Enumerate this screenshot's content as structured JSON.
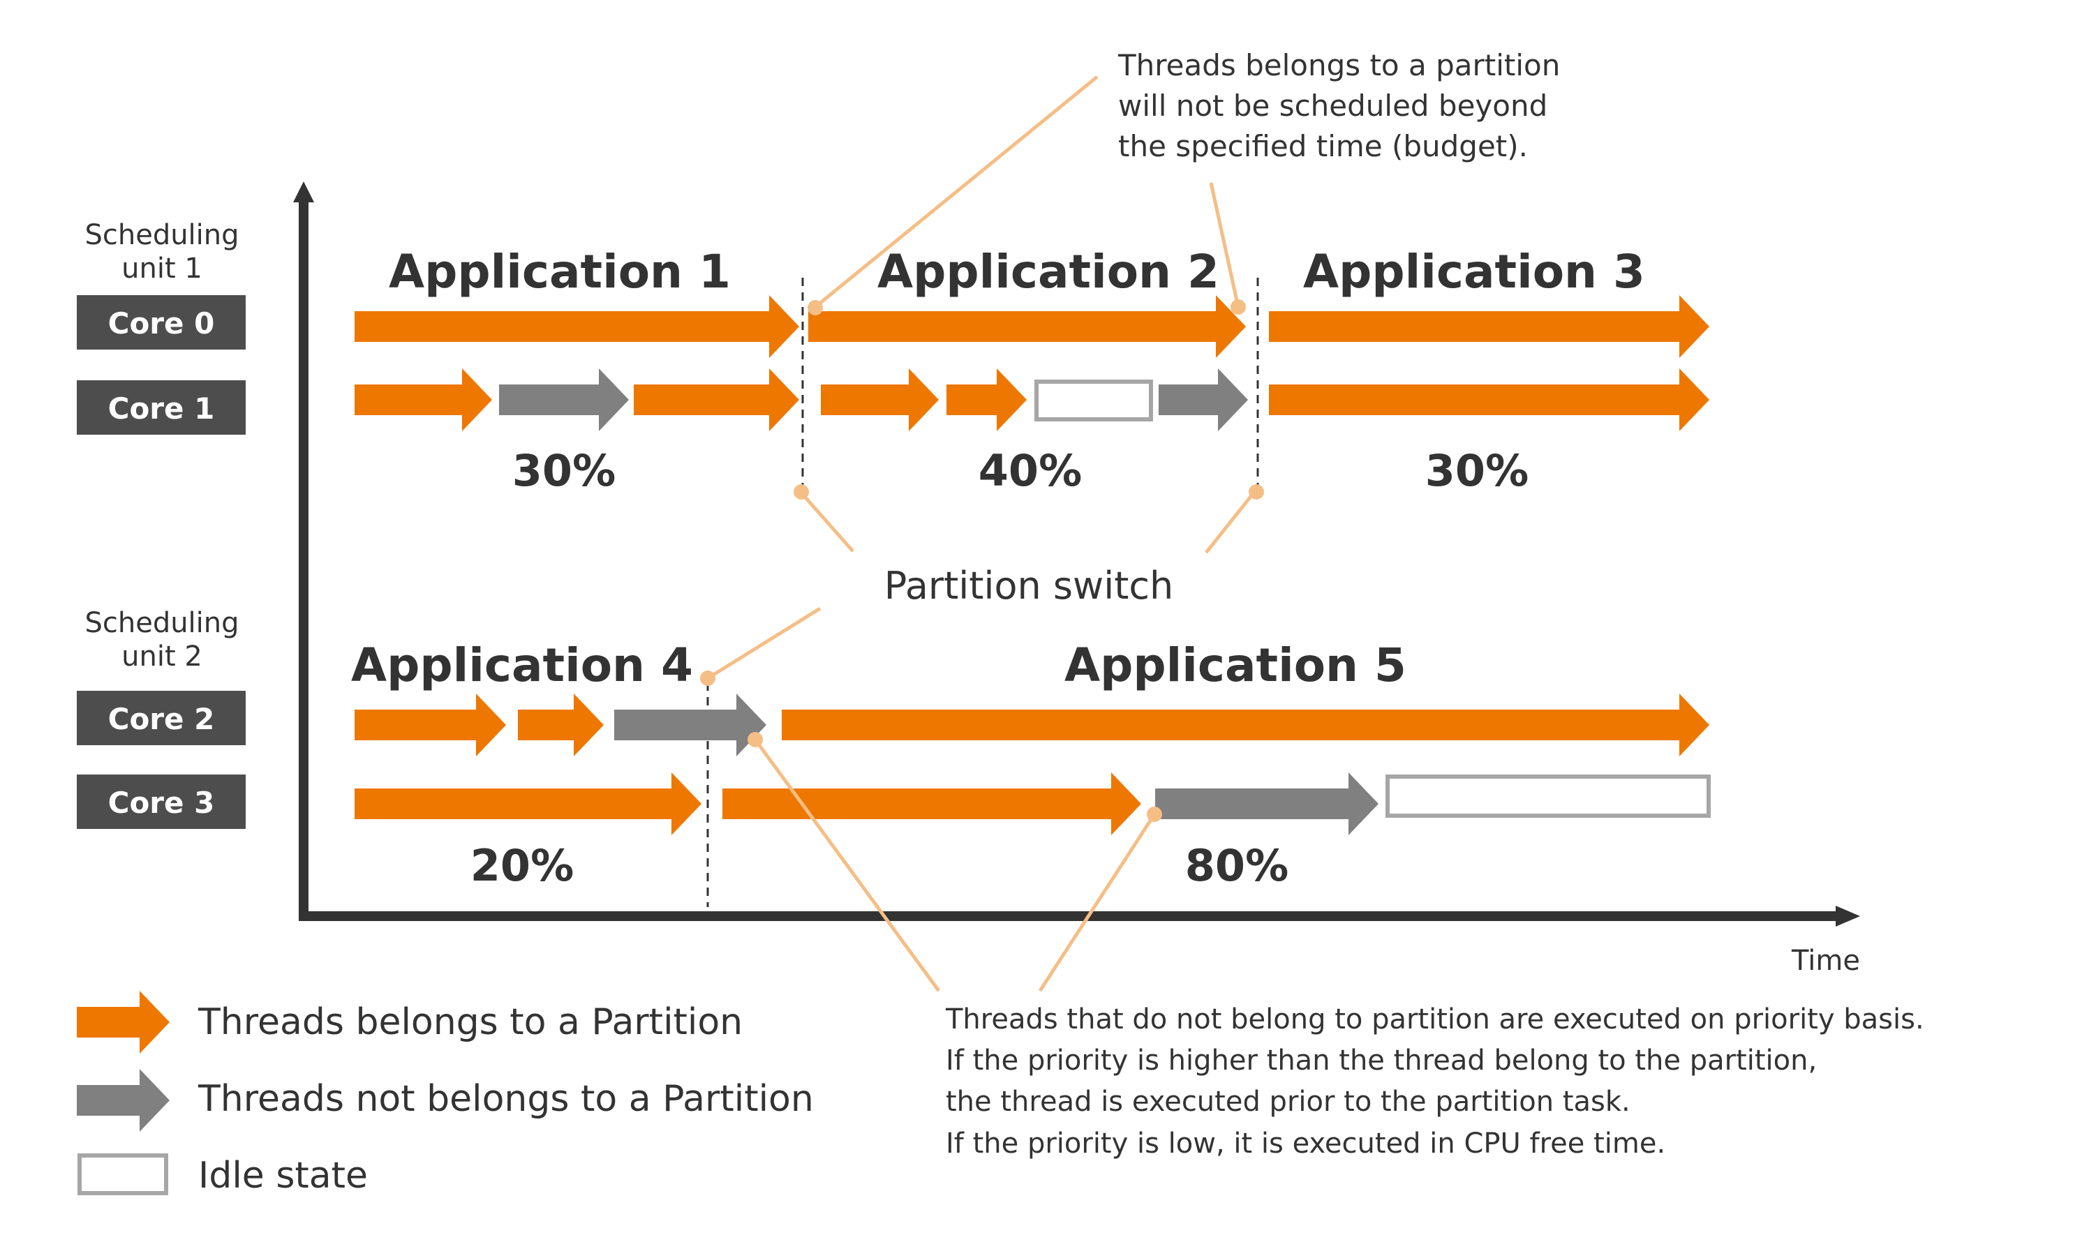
{
  "colors": {
    "partition": "#EE7700",
    "nonpartition": "#808080",
    "idle_border": "#A6A6A6",
    "core_box": "#4D4D4D",
    "axis": "#333333",
    "callout": "#F5BE85",
    "text": "#333333"
  },
  "units": [
    {
      "label_line1": "Scheduling",
      "label_line2": "unit 1"
    },
    {
      "label_line1": "Scheduling",
      "label_line2": "unit 2"
    }
  ],
  "cores": [
    "Core 0",
    "Core 1",
    "Core 2",
    "Core 3"
  ],
  "applications": [
    "Application 1",
    "Application 2",
    "Application 3",
    "Application 4",
    "Application 5"
  ],
  "budgets": [
    "30%",
    "40%",
    "30%",
    "20%",
    "80%"
  ],
  "callouts": {
    "budget": [
      "Threads belongs to a partition",
      "will not be scheduled beyond",
      "the specified time (budget)."
    ],
    "switch": "Partition switch",
    "priority": [
      "Threads that do not belong to partition are executed on priority basis.",
      "If the priority is higher than the thread belong to the partition,",
      "the thread is executed prior to the partition task.",
      "If the priority is low, it is executed in CPU free time."
    ]
  },
  "axis": {
    "x_label": "Time"
  },
  "legend": [
    {
      "kind": "partition",
      "label": "Threads belongs to a Partition"
    },
    {
      "kind": "nonpartition",
      "label": "Threads not belongs to a Partition"
    },
    {
      "kind": "idle",
      "label": "Idle state"
    }
  ]
}
